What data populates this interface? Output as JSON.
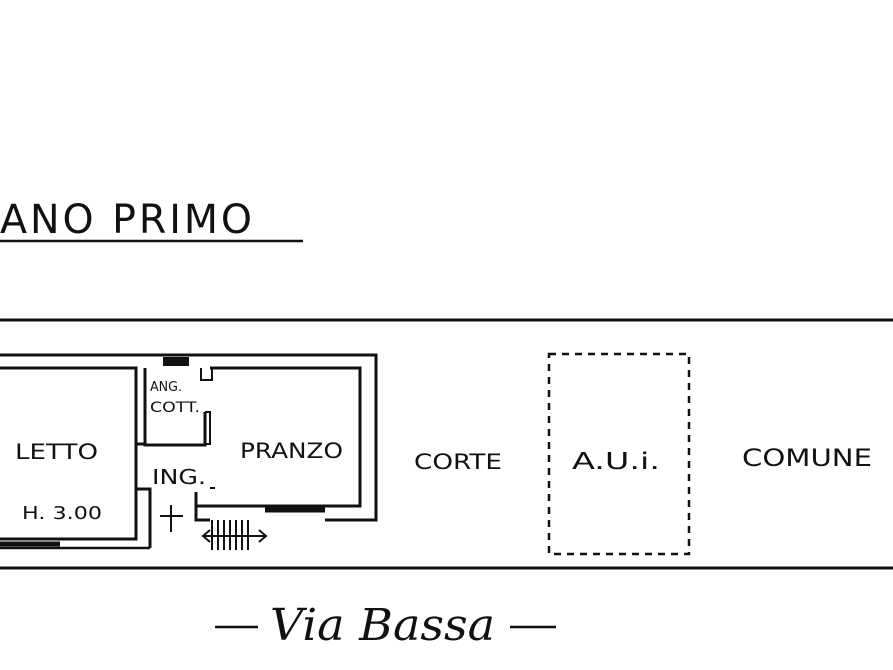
{
  "title": "ANO PRIMO",
  "rooms": {
    "letto": "LETTO",
    "height": "H. 3.00",
    "ang_cott_1": "ANG.",
    "ang_cott_2": "COTT.",
    "pranzo": "PRANZO",
    "ing": "ING."
  },
  "areas": {
    "corte": "CORTE",
    "aui": "A.U.i.",
    "comune": "COMUNE"
  },
  "street": "Via Bassa",
  "colors": {
    "ink": "#111111",
    "paper": "#ffffff"
  }
}
